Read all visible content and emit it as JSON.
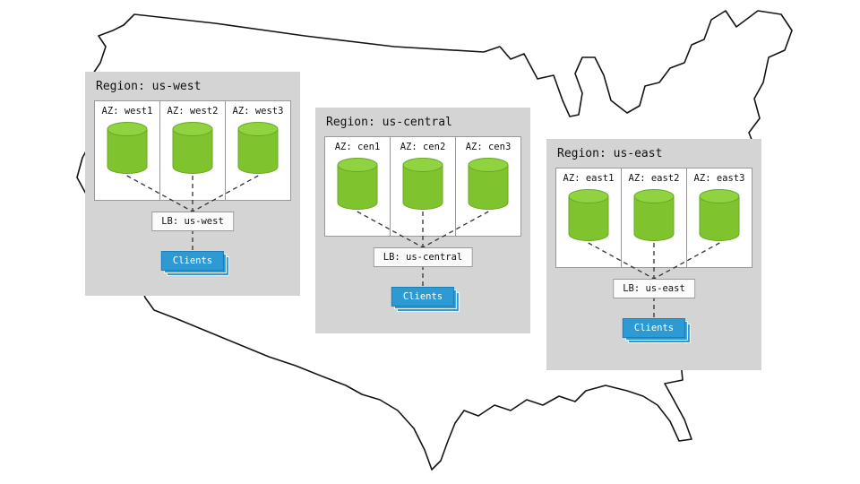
{
  "diagram": {
    "regions": [
      {
        "title": "Region: us-west",
        "azs": [
          "AZ: west1",
          "AZ: west2",
          "AZ: west3"
        ],
        "lb": "LB: us-west",
        "clients": "Clients"
      },
      {
        "title": "Region: us-central",
        "azs": [
          "AZ: cen1",
          "AZ: cen2",
          "AZ: cen3"
        ],
        "lb": "LB: us-central",
        "clients": "Clients"
      },
      {
        "title": "Region: us-east",
        "azs": [
          "AZ: east1",
          "AZ: east2",
          "AZ: east3"
        ],
        "lb": "LB: us-east",
        "clients": "Clients"
      }
    ],
    "colors": {
      "region_bg": "#d4d4d4",
      "panel_bg": "#ffffff",
      "panel_border": "#999999",
      "cylinder": "#7fc42f",
      "cylinder_top": "#90d340",
      "cylinder_stroke": "#68a824",
      "connector": "#333333",
      "lb_bg": "#fbfbfb",
      "lb_border": "#999999",
      "clients_blue": "#2e9ad3",
      "clients_blue_dark": "#1b7fb5",
      "map_outline": "#141414"
    }
  }
}
